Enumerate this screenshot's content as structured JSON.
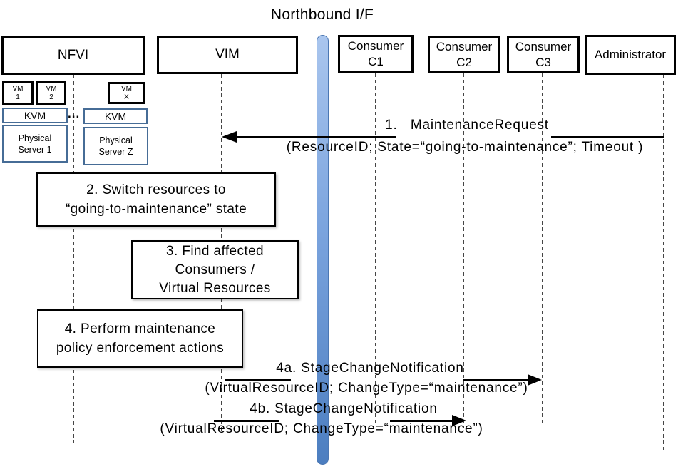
{
  "title": "Northbound I/F",
  "colors": {
    "bar_gradient_top": "#AAC6EE",
    "bar_gradient_bottom": "#4C7EC0",
    "bar_border": "#4B77B3",
    "blue_box_border": "#466C96",
    "black_box_border": "#000000",
    "lifeline_gray": "#454545",
    "arrow_black": "#000000"
  },
  "actors": {
    "nfvi": {
      "label": "NFVI"
    },
    "vim": {
      "label": "VIM"
    },
    "c1": {
      "line1": "Consumer",
      "line2": "C1"
    },
    "c2": {
      "line1": "Consumer",
      "line2": "C2"
    },
    "c3": {
      "line1": "Consumer",
      "line2": "C3"
    },
    "admin": {
      "label": "Administrator"
    }
  },
  "nfvi_detail": {
    "vm1": {
      "l1": "VM",
      "l2": "1"
    },
    "vm2": {
      "l1": "VM",
      "l2": "2"
    },
    "vmx": {
      "l1": "VM",
      "l2": "X"
    },
    "kvm_left": "KVM",
    "kvm_right": "KVM",
    "dots": "...",
    "ps1": {
      "l1": "Physical",
      "l2": "Server 1"
    },
    "psz": {
      "l1": "Physical",
      "l2": "Server Z"
    }
  },
  "steps": {
    "s2": {
      "l1": "2. Switch resources to",
      "l2": "“going-to-maintenance” state"
    },
    "s3": {
      "l1": "3. Find affected",
      "l2": "Consumers /",
      "l3": "Virtual Resources"
    },
    "s4": {
      "l1": "4. Perform maintenance",
      "l2": "policy enforcement actions"
    }
  },
  "messages": {
    "m1": {
      "l1": "1.   MaintenanceRequest",
      "l2": "(ResourceID; State=“going-to-maintenance”; Timeout )"
    },
    "m4a": {
      "l1": "4a. StageChangeNotification",
      "l2": "(VirtualResourceID; ChangeType=“maintenance”)"
    },
    "m4b": {
      "l1": "4b. StageChangeNotification",
      "l2": "(VirtualResourceID; ChangeType=“maintenance”)"
    }
  }
}
